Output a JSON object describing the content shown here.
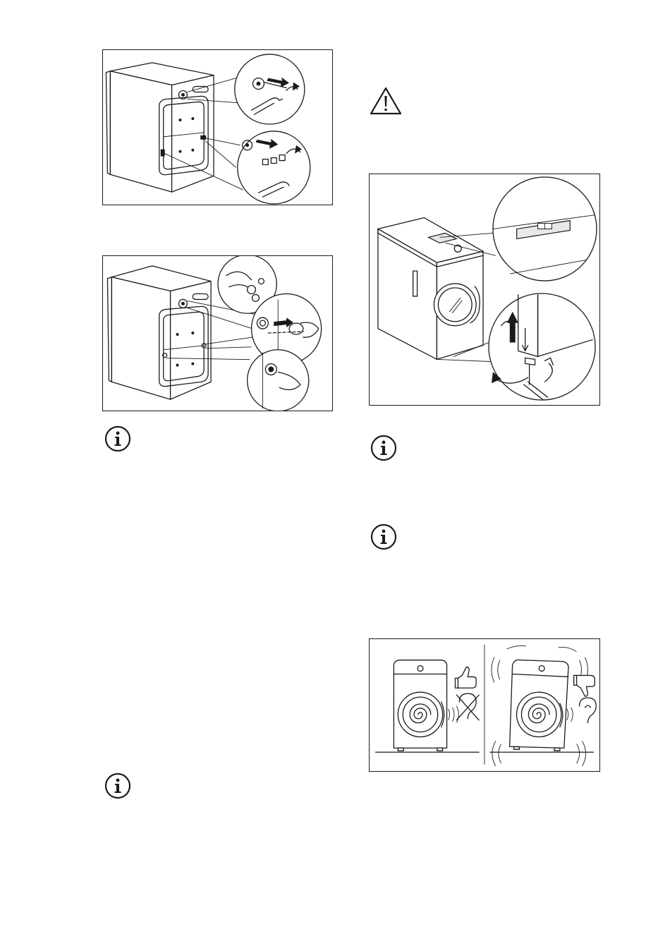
{
  "page": {
    "background": "#ffffff",
    "ink": "#1a1a1a"
  },
  "icons": {
    "info": "info-icon",
    "warning": "warning-icon",
    "thumbs_up": "thumbs-up-icon",
    "thumbs_down": "thumbs-down-icon",
    "ear": "ear-icon",
    "wrench": "wrench-icon",
    "spirit_level": "spirit-level-icon"
  },
  "figures": [
    {
      "name": "remove-transit-bolts"
    },
    {
      "name": "insert-plastic-caps"
    },
    {
      "name": "level-appliance"
    },
    {
      "name": "vibration-comparison"
    }
  ]
}
